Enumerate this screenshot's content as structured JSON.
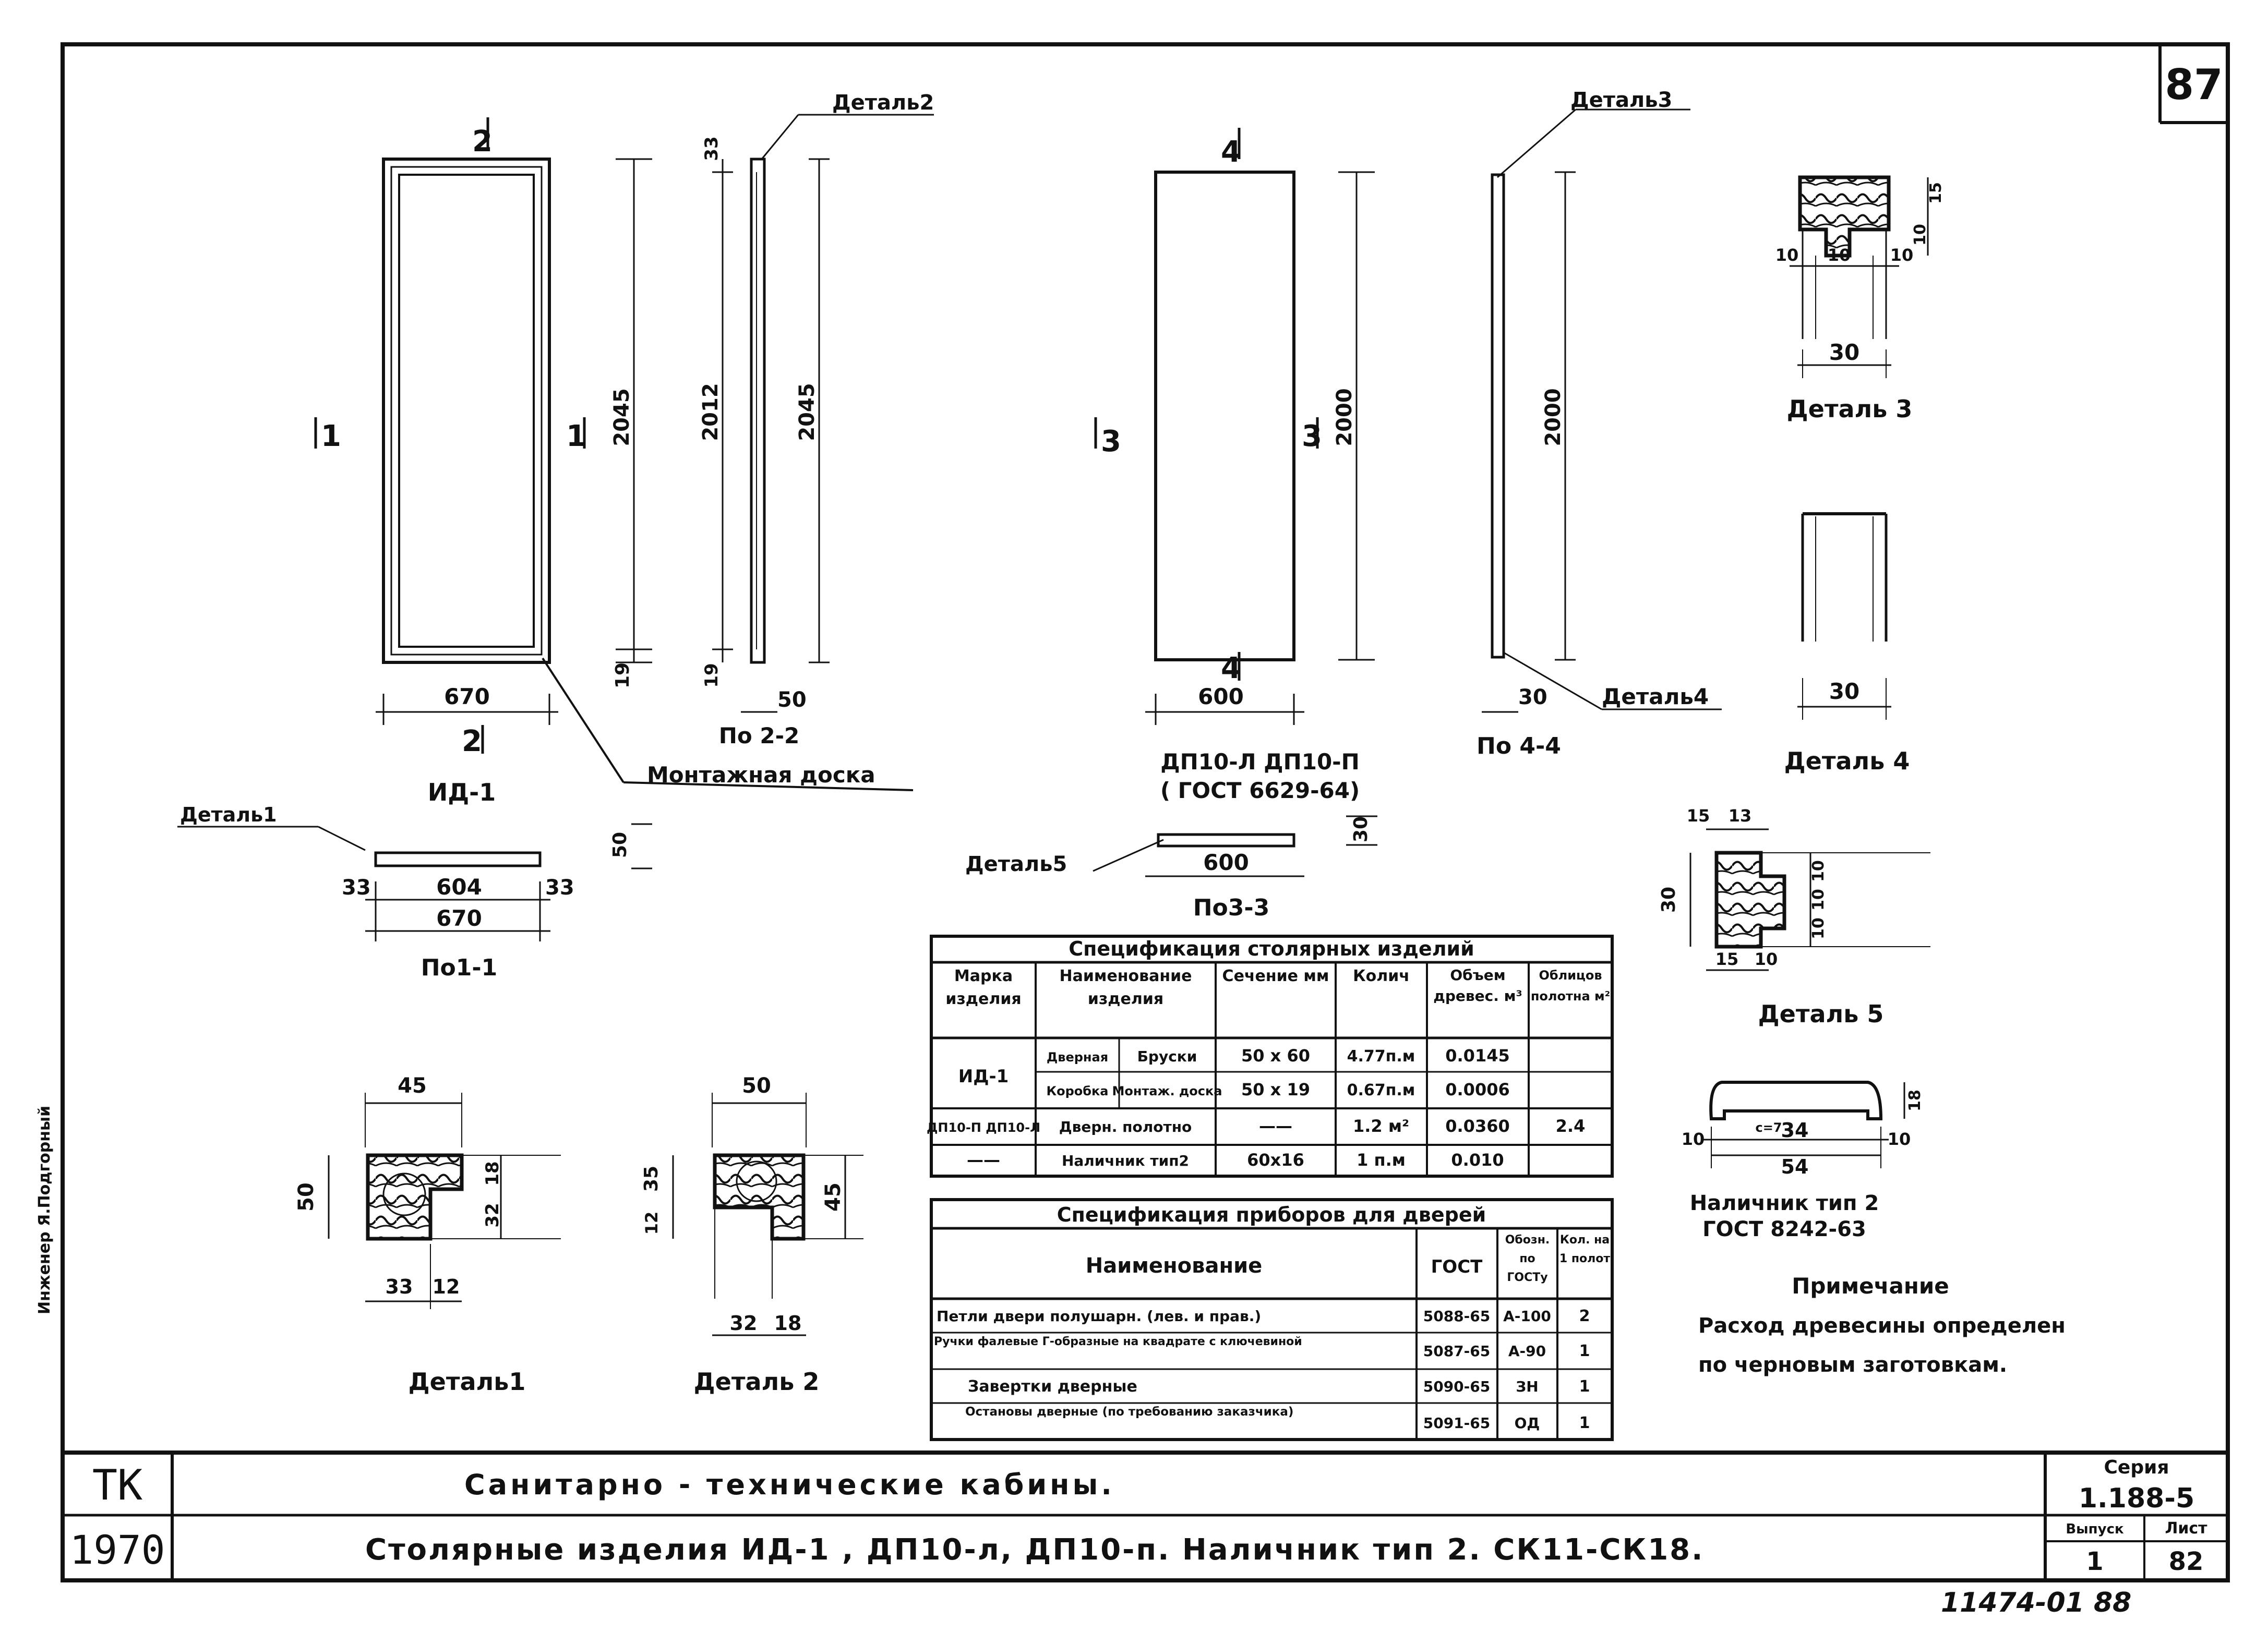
{
  "sheet": {
    "page_number": "87",
    "org_code": "ТК",
    "year": "1970",
    "title_line1": "Санитарно - технические кабины.",
    "title_line2": "Столярные изделия ИД-1 , ДП10-л, ДП10-п. Наличник   тип 2.  СК11-СК18.",
    "series_label": "Серия",
    "series_value": "1.188-5",
    "issue_label": "Выпуск",
    "issue_value": "1",
    "sheet_label": "Лист",
    "sheet_value": "82",
    "archive_number": "11474-01 88",
    "side_text": "Инженер  Я.Подгорный"
  },
  "drawings": {
    "id1": {
      "section_top": "2",
      "section_bottom": "2",
      "section_left": "1",
      "section_right": "1",
      "dim_height": "2045",
      "dim_bottom": "19",
      "dim_width": "670",
      "caption": "ИД-1",
      "mounting_board": "Монтажная доска"
    },
    "section22": {
      "detail_label": "Деталь2",
      "dim_top": "33",
      "dim_inner": "2012",
      "dim_height": "2045",
      "dim_bottom": "19",
      "dim_width": "50",
      "caption": "По 2-2"
    },
    "section11": {
      "detail_label": "Деталь1",
      "dim_left": "33",
      "dim_mid": "604",
      "dim_right": "33",
      "dim_total": "670",
      "dim_height": "50",
      "caption": "По1-1"
    },
    "dp10": {
      "section_top": "4",
      "section_bottom": "4",
      "section_left": "3",
      "section_right": "3",
      "dim_height": "2000",
      "dim_width": "600",
      "caption_line1": "ДП10-Л  ДП10-П",
      "caption_line2": "( ГОСТ 6629-64)"
    },
    "section44": {
      "detail_top": "Деталь3",
      "detail_bottom": "Деталь4",
      "dim_height": "2000",
      "dim_width": "30",
      "caption": "По 4-4"
    },
    "section33": {
      "detail_label": "Деталь5",
      "dim_width": "600",
      "dim_height": "30",
      "caption": "По3-3"
    },
    "detail1": {
      "dim_top": "45",
      "dim_left": "50",
      "dim_r1": "18",
      "dim_r2": "32",
      "dim_b1": "33",
      "dim_b2": "12",
      "caption": "Деталь1"
    },
    "detail2": {
      "dim_top": "50",
      "dim_l1": "35",
      "dim_l2": "12",
      "dim_right": "45",
      "dim_b1": "32",
      "dim_b2": "18",
      "caption": "Деталь 2"
    },
    "detail3": {
      "d1": "10",
      "d2": "10",
      "d3": "10",
      "v1": "10",
      "v2": "15",
      "width": "30",
      "caption": "Деталь 3"
    },
    "detail4": {
      "width": "30",
      "caption": "Деталь 4"
    },
    "detail5": {
      "t1": "15",
      "t2": "13",
      "left": "30",
      "v1": "10",
      "v2": "10",
      "v3": "10",
      "b1": "15",
      "b2": "10",
      "caption": "Деталь 5"
    },
    "nalichnik": {
      "mid": "34",
      "total": "54",
      "left": "10",
      "right": "10",
      "radius": "с=7",
      "height": "18",
      "caption1": "Наличник  тип 2",
      "caption2": "ГОСТ 8242-63"
    }
  },
  "spec_joinery": {
    "title": "Спецификация   столярных   изделий",
    "headers": [
      "Марка изделия",
      "Наименование изделия",
      "Сечение мм",
      "Колич",
      "Объем древес. м³",
      "Облицов полотна м²"
    ],
    "rows": [
      [
        "ИД-1",
        "Дверная",
        "Бруски",
        "50 x 60",
        "4.77п.м",
        "0.0145",
        ""
      ],
      [
        "",
        "Коробка",
        "Монтаж. доска",
        "50 x 19",
        "0.67п.м",
        "0.0006",
        ""
      ],
      [
        "ДП10-П ДП10-Л",
        "Дверн. полотно",
        "",
        "——",
        "1.2 м²",
        "0.0360",
        "2.4"
      ],
      [
        "——",
        "Наличник тип2",
        "",
        "60x16",
        "1 п.м",
        "0.010",
        ""
      ]
    ]
  },
  "spec_devices": {
    "title": "Спецификация   приборов   для   дверей",
    "headers": [
      "Наименование",
      "ГОСТ",
      "Обозн. по ГОСТу",
      "Кол. на 1 полот"
    ],
    "rows": [
      [
        "Петли двери полушарн. (лев. и прав.)",
        "5088-65",
        "А-100",
        "2"
      ],
      [
        "Ручки фалевые Г-образные на квадрате с ключевиной",
        "5087-65",
        "А-90",
        "1"
      ],
      [
        "Завертки   дверные",
        "5090-65",
        "ЗН",
        "1"
      ],
      [
        "Остановы  дверные (по требованию  заказчика)",
        "5091-65",
        "ОД",
        "1"
      ]
    ]
  },
  "note": {
    "title": "Примечание",
    "line1": "Расход  древесины  определен",
    "line2": "по  черновым  заготовкам."
  }
}
